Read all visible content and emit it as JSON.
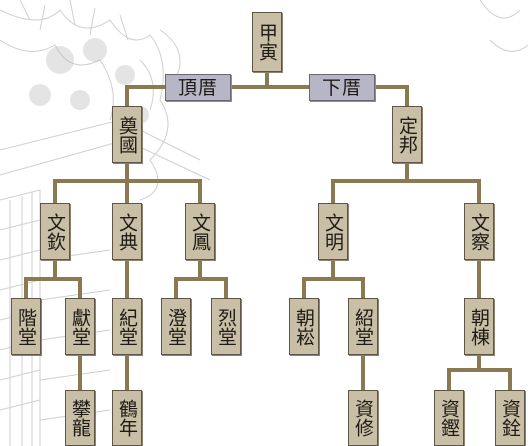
{
  "nodes": {
    "root": "甲寅",
    "branch_left": "頂厝",
    "branch_right": "下厝",
    "l1": "奠國",
    "r1": "定邦",
    "l1a": "文欽",
    "l1b": "文典",
    "l1c": "文鳳",
    "r1a": "文明",
    "r1b": "文察",
    "l1a1": "階堂",
    "l1a2": "獻堂",
    "l1b1": "紀堂",
    "l1c1": "澄堂",
    "l1c2": "烈堂",
    "r1a1": "朝崧",
    "r1a2": "紹堂",
    "r1b1": "朝棟",
    "l1a2a": "攀龍",
    "l1b1a": "鶴年",
    "r1a2a": "資修",
    "r1b1a": "資鏗",
    "r1b1b": "資銓"
  },
  "colors": {
    "box_fill": "#c9bfa7",
    "branch_box_fill": "#b7b6c6",
    "connector": "#8a7a52",
    "background_sketch": "#9a9a9a"
  }
}
